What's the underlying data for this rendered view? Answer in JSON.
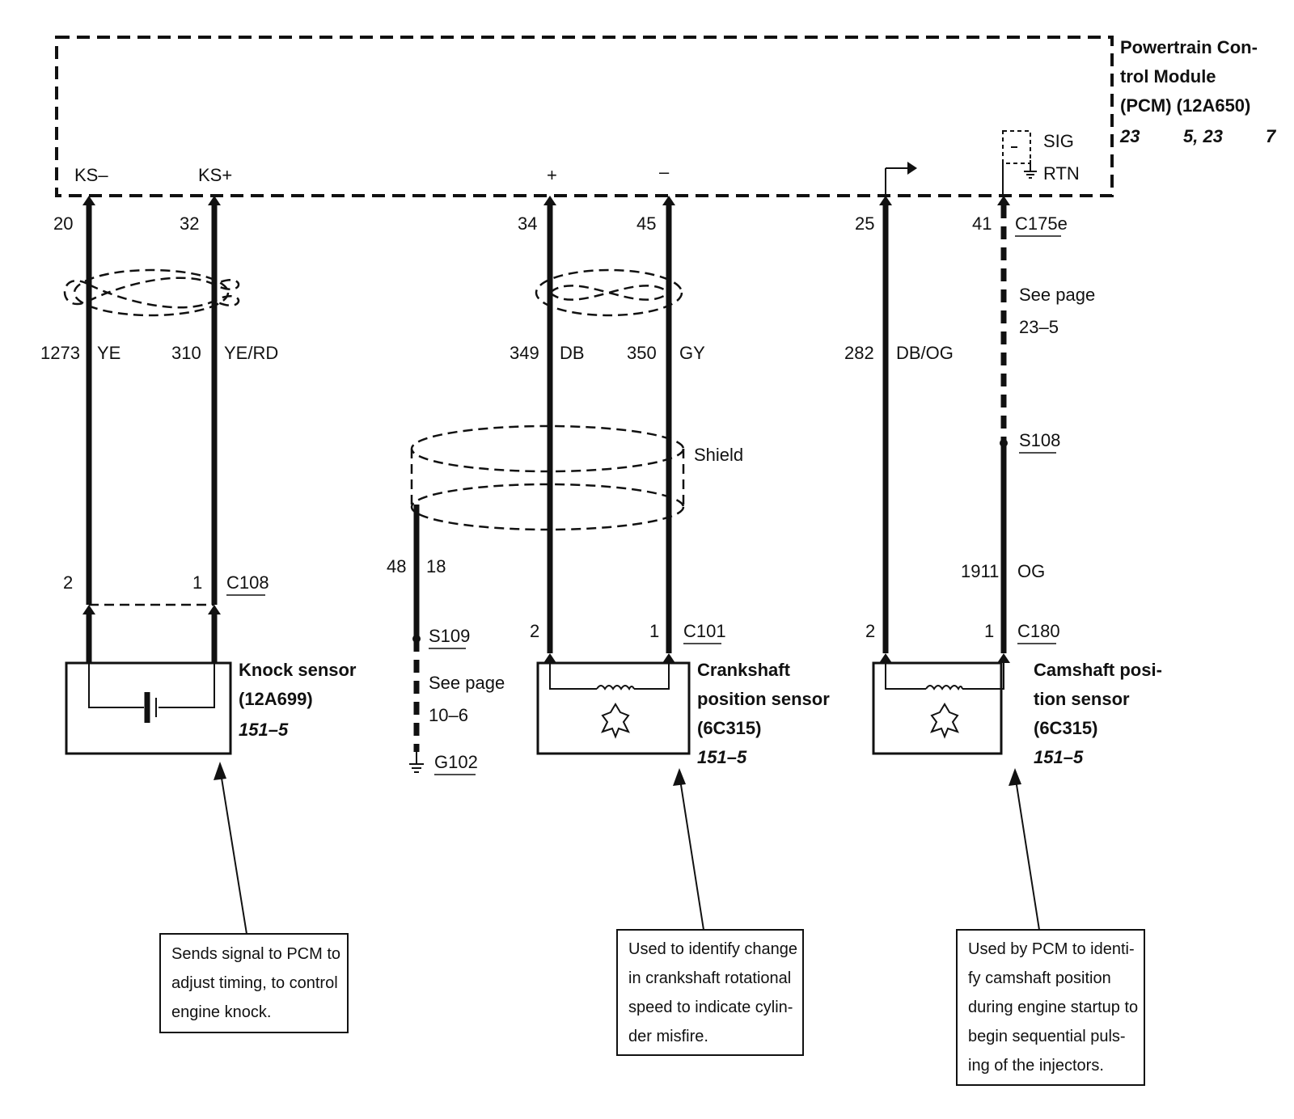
{
  "pcm": {
    "title_line1": "Powertrain Con-",
    "title_line2": "trol Module",
    "title_line3": "(PCM) (12A650)",
    "refs": [
      "23",
      "5, 23",
      "7"
    ],
    "ks_minus": "KS–",
    "ks_plus": "KS+",
    "plus": "+",
    "minus": "–",
    "sig": "SIG",
    "rtn": "RTN"
  },
  "pins": {
    "p20": "20",
    "p32": "32",
    "p34": "34",
    "p45": "45",
    "p25": "25",
    "p41": "41",
    "connector_pcm": "C175e"
  },
  "wires": {
    "w1273": "1273",
    "ye": "YE",
    "w310": "310",
    "yerd": "YE/RD",
    "w349": "349",
    "db": "DB",
    "w350": "350",
    "gy": "GY",
    "w282": "282",
    "dbog": "DB/OG",
    "w1911": "1911",
    "og": "OG",
    "w48": "48",
    "w18": "18"
  },
  "misc": {
    "see_page_1_line1": "See page",
    "see_page_1_line2": "23–5",
    "s108": "S108",
    "shield": "Shield",
    "s109": "S109",
    "see_page_2_line1": "See page",
    "see_page_2_line2": "10–6",
    "g102": "G102"
  },
  "connectors": {
    "c108": "C108",
    "c108_pin2": "2",
    "c108_pin1": "1",
    "c101": "C101",
    "c101_pin2": "2",
    "c101_pin1": "1",
    "c180": "C180",
    "c180_pin2": "2",
    "c180_pin1": "1"
  },
  "sensors": {
    "knock_line1": "Knock sensor",
    "knock_line2": "(12A699)",
    "knock_ref": "151–5",
    "crank_line1": "Crankshaft",
    "crank_line2": "position sensor",
    "crank_line3": "(6C315)",
    "crank_ref": "151–5",
    "cam_line1": "Camshaft posi-",
    "cam_line2": "tion sensor",
    "cam_line3": "(6C315)",
    "cam_ref": "151–5"
  },
  "notes": {
    "knock": [
      "Sends signal to PCM to",
      "adjust timing, to control",
      "engine knock."
    ],
    "crank": [
      "Used to identify change",
      "in crankshaft rotational",
      "speed to indicate cylin-",
      "der misfire."
    ],
    "cam": [
      "Used by PCM to identi-",
      "fy camshaft position",
      "during engine startup to",
      "begin sequential puls-",
      "ing of the injectors."
    ]
  }
}
